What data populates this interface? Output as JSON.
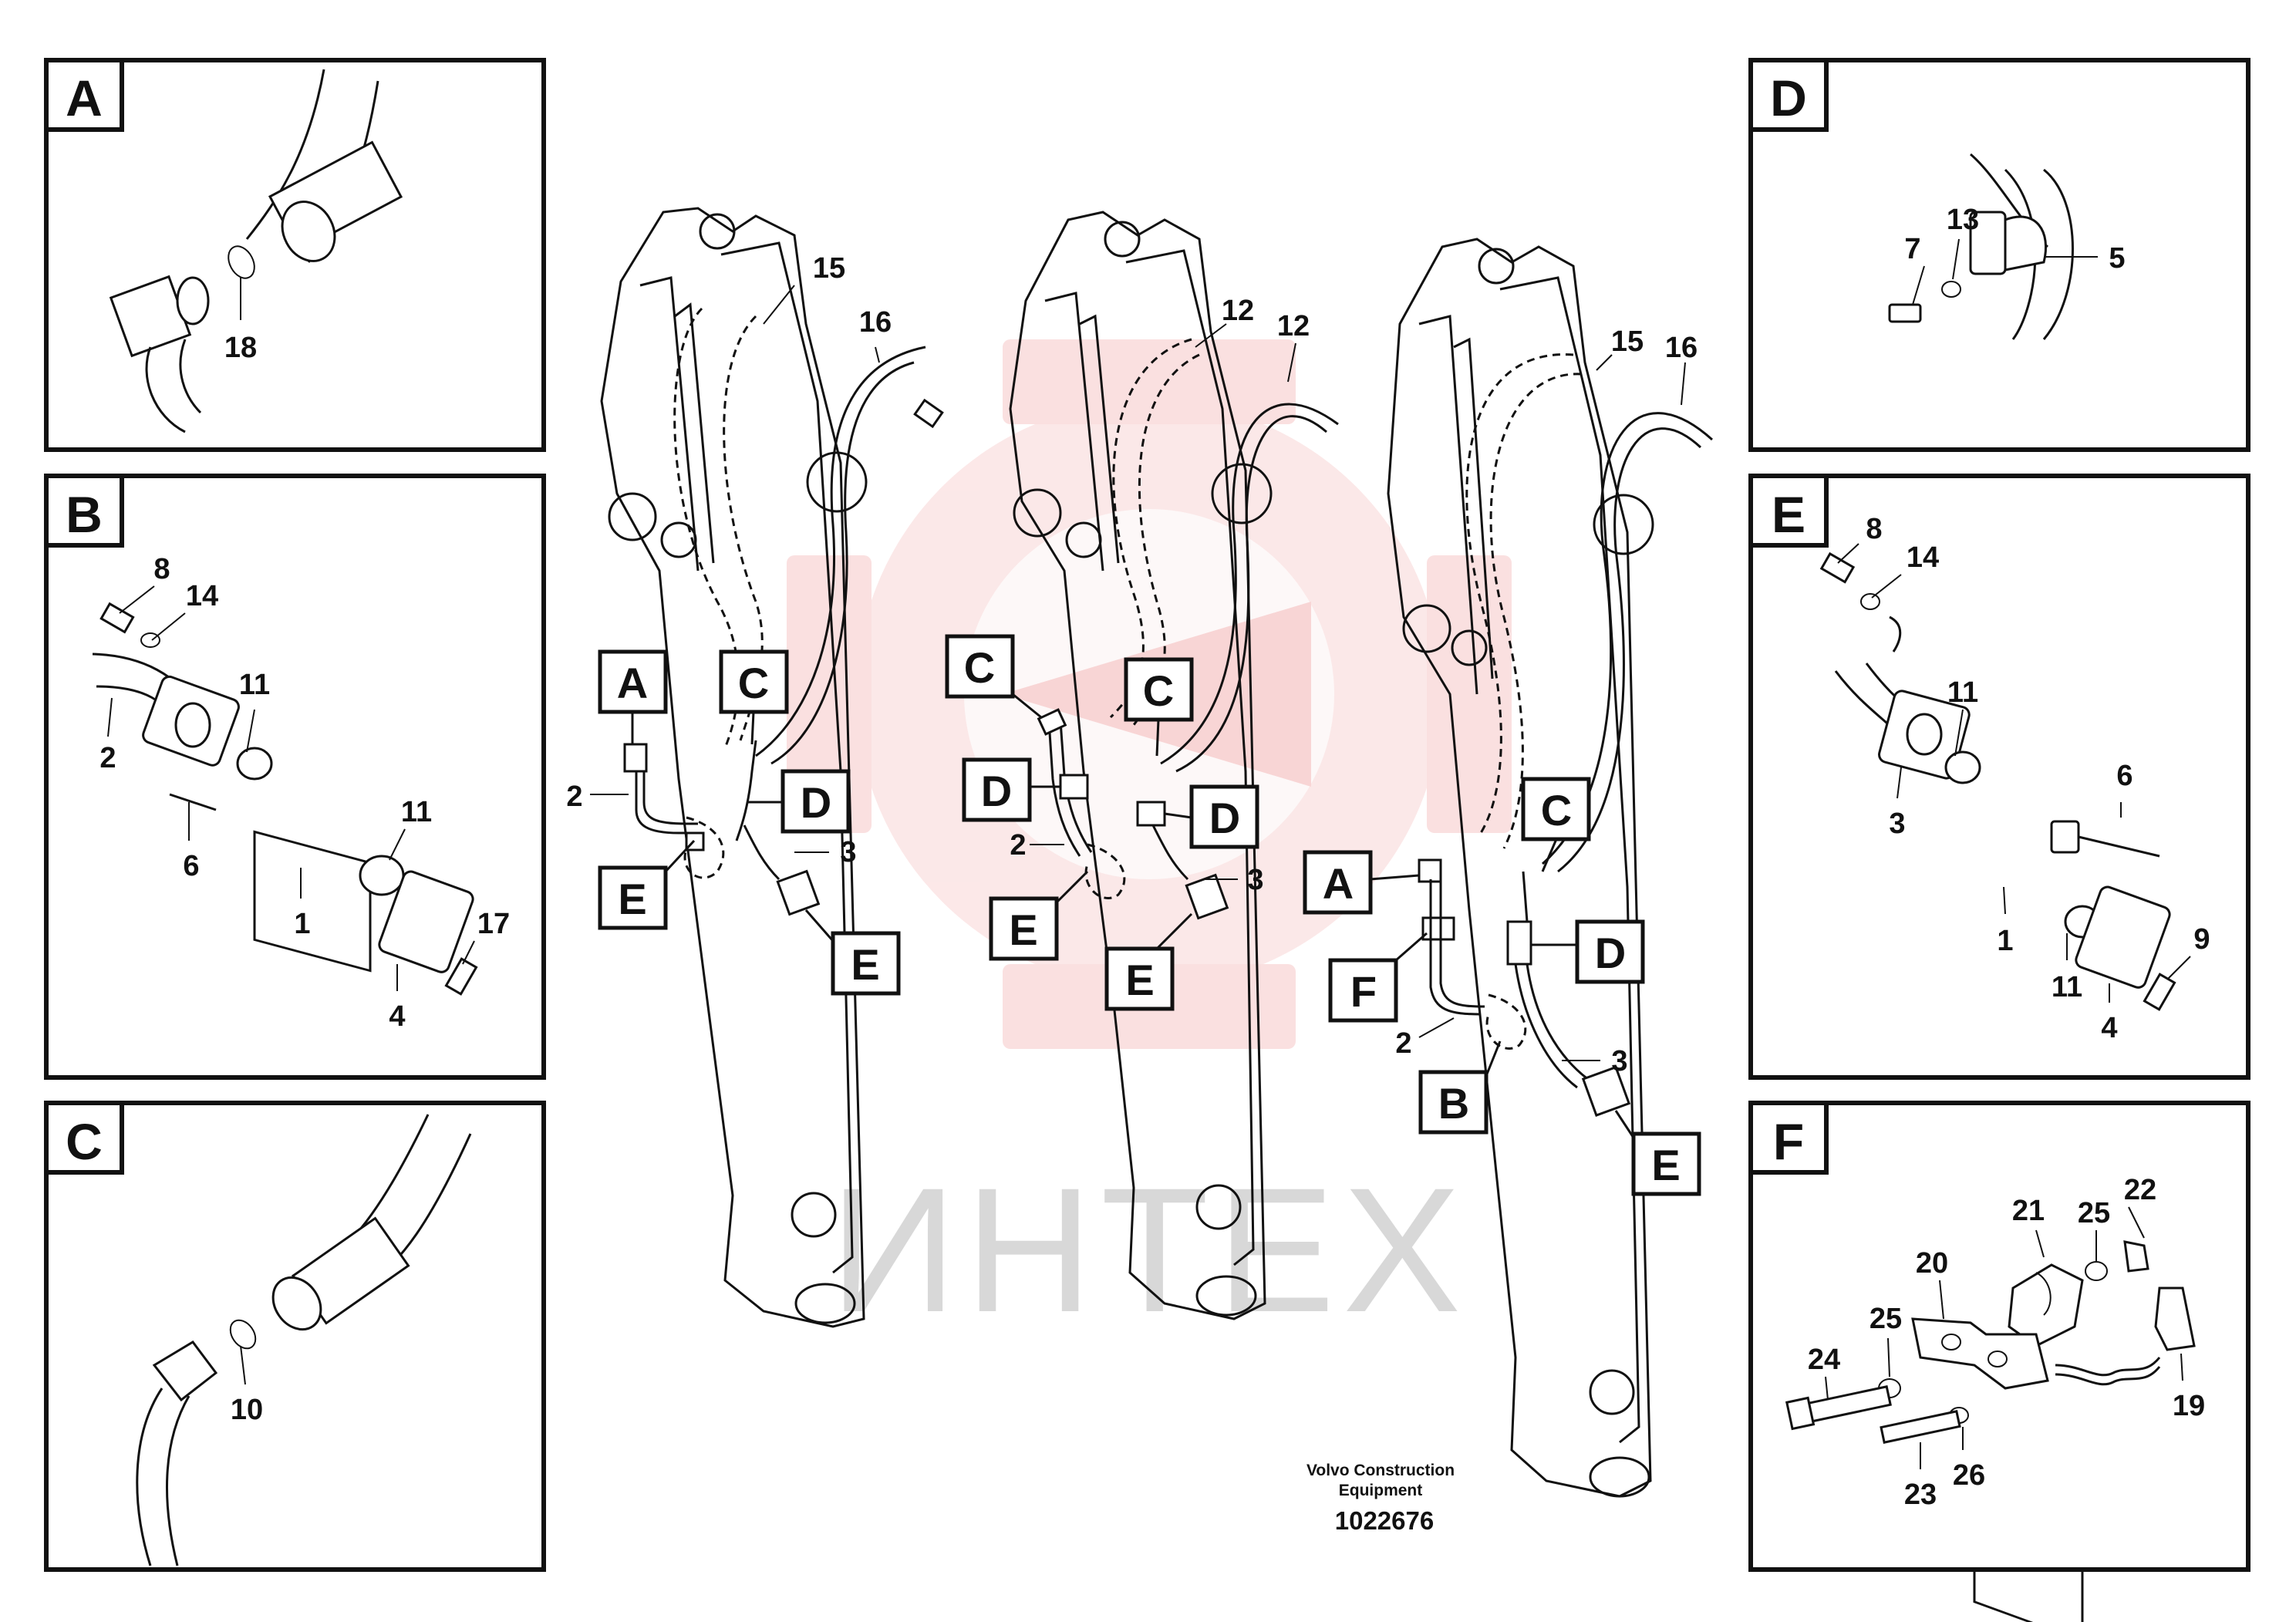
{
  "footer": {
    "line1": "Volvo Construction",
    "line2": "Equipment",
    "number": "1022676"
  },
  "watermark": {
    "text": "ИНТЕХ",
    "color": "#f2b8b8"
  },
  "detail_panels": {
    "A": {
      "label": "A",
      "parts": [
        "18"
      ]
    },
    "B": {
      "label": "B",
      "parts": [
        "8",
        "14",
        "11",
        "2",
        "6",
        "1",
        "11",
        "17",
        "4"
      ]
    },
    "C": {
      "label": "C",
      "parts": [
        "10"
      ]
    },
    "D": {
      "label": "D",
      "parts": [
        "7",
        "13",
        "5"
      ]
    },
    "E": {
      "label": "E",
      "parts": [
        "8",
        "14",
        "11",
        "3",
        "6",
        "1",
        "11",
        "9",
        "4"
      ]
    },
    "F": {
      "label": "F",
      "parts": [
        "22",
        "21",
        "25",
        "20",
        "25",
        "24",
        "23",
        "26",
        "19"
      ]
    }
  },
  "arms": [
    {
      "callouts": [
        "A",
        "C",
        "D",
        "E",
        "E"
      ],
      "parts": [
        "15",
        "16",
        "2",
        "3"
      ]
    },
    {
      "callouts": [
        "C",
        "C",
        "D",
        "D",
        "E",
        "E"
      ],
      "parts": [
        "12",
        "12",
        "2",
        "3"
      ]
    },
    {
      "callouts": [
        "A",
        "C",
        "D",
        "F",
        "B",
        "E"
      ],
      "parts": [
        "15",
        "16",
        "2",
        "3"
      ]
    }
  ]
}
